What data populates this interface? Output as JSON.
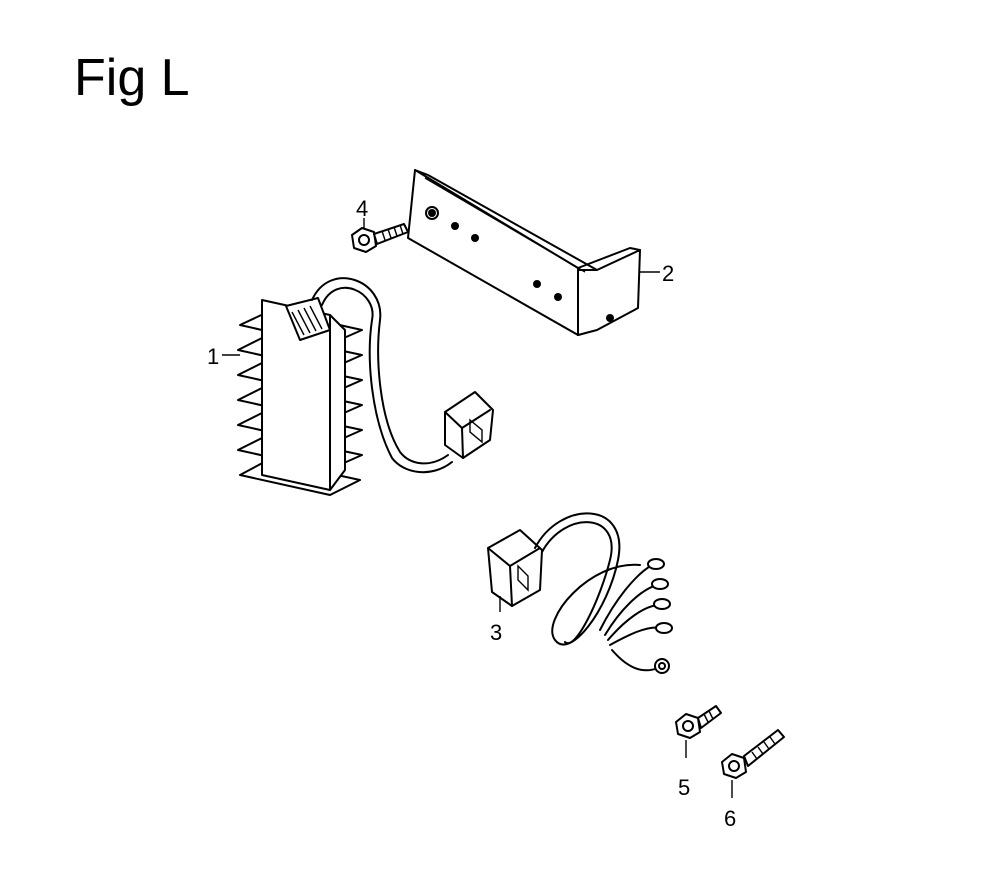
{
  "figure": {
    "title": "Fig L",
    "callouts": [
      {
        "id": "1",
        "label": "1"
      },
      {
        "id": "2",
        "label": "2"
      },
      {
        "id": "3",
        "label": "3"
      },
      {
        "id": "4",
        "label": "4"
      },
      {
        "id": "5",
        "label": "5"
      },
      {
        "id": "6",
        "label": "6"
      }
    ]
  }
}
